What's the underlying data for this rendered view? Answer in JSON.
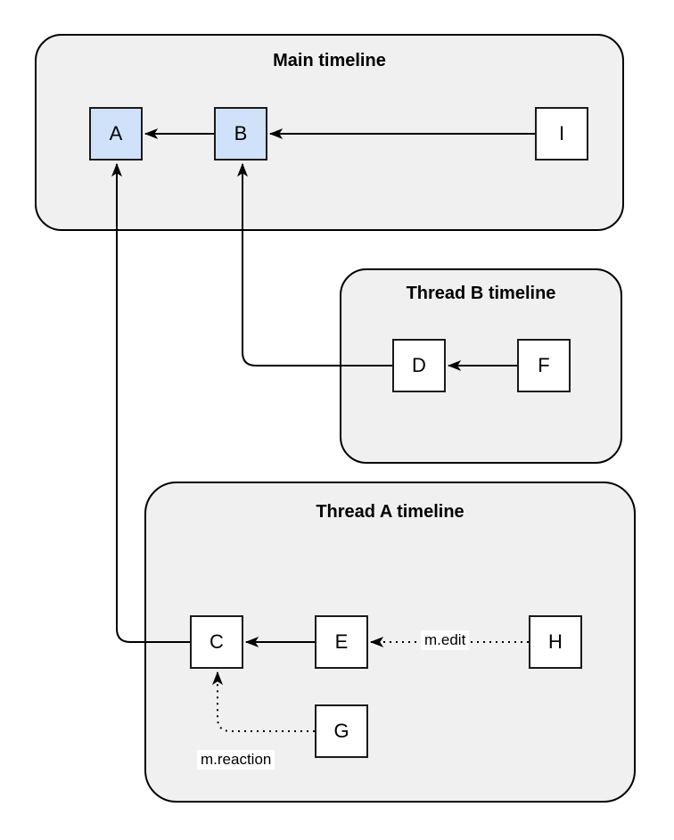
{
  "diagram": {
    "containers": [
      {
        "id": "main",
        "title": "Main timeline"
      },
      {
        "id": "thread-b",
        "title": "Thread B timeline"
      },
      {
        "id": "thread-a",
        "title": "Thread A timeline"
      }
    ],
    "nodes": [
      {
        "id": "A",
        "label": "A",
        "container": "main",
        "highlighted": true
      },
      {
        "id": "B",
        "label": "B",
        "container": "main",
        "highlighted": true
      },
      {
        "id": "I",
        "label": "I",
        "container": "main",
        "highlighted": false
      },
      {
        "id": "D",
        "label": "D",
        "container": "thread-b",
        "highlighted": false
      },
      {
        "id": "F",
        "label": "F",
        "container": "thread-b",
        "highlighted": false
      },
      {
        "id": "C",
        "label": "C",
        "container": "thread-a",
        "highlighted": false
      },
      {
        "id": "E",
        "label": "E",
        "container": "thread-a",
        "highlighted": false
      },
      {
        "id": "H",
        "label": "H",
        "container": "thread-a",
        "highlighted": false
      },
      {
        "id": "G",
        "label": "G",
        "container": "thread-a",
        "highlighted": false
      }
    ],
    "edges": [
      {
        "from": "B",
        "to": "A",
        "style": "solid",
        "label": ""
      },
      {
        "from": "I",
        "to": "B",
        "style": "solid",
        "label": ""
      },
      {
        "from": "F",
        "to": "D",
        "style": "solid",
        "label": ""
      },
      {
        "from": "D",
        "to": "B",
        "style": "solid",
        "label": ""
      },
      {
        "from": "E",
        "to": "C",
        "style": "solid",
        "label": ""
      },
      {
        "from": "H",
        "to": "E",
        "style": "dotted",
        "label": "m.edit"
      },
      {
        "from": "G",
        "to": "C",
        "style": "dotted",
        "label": "m.reaction"
      },
      {
        "from": "C",
        "to": "A",
        "style": "solid",
        "label": ""
      }
    ],
    "colors": {
      "container_fill": "#f0f0f0",
      "container_stroke": "#000000",
      "node_fill": "#ffffff",
      "highlight_fill": "#cfe2f9",
      "node_stroke": "#1a1a1a",
      "edge_stroke": "#000000",
      "label_background": "#ffffff"
    }
  }
}
